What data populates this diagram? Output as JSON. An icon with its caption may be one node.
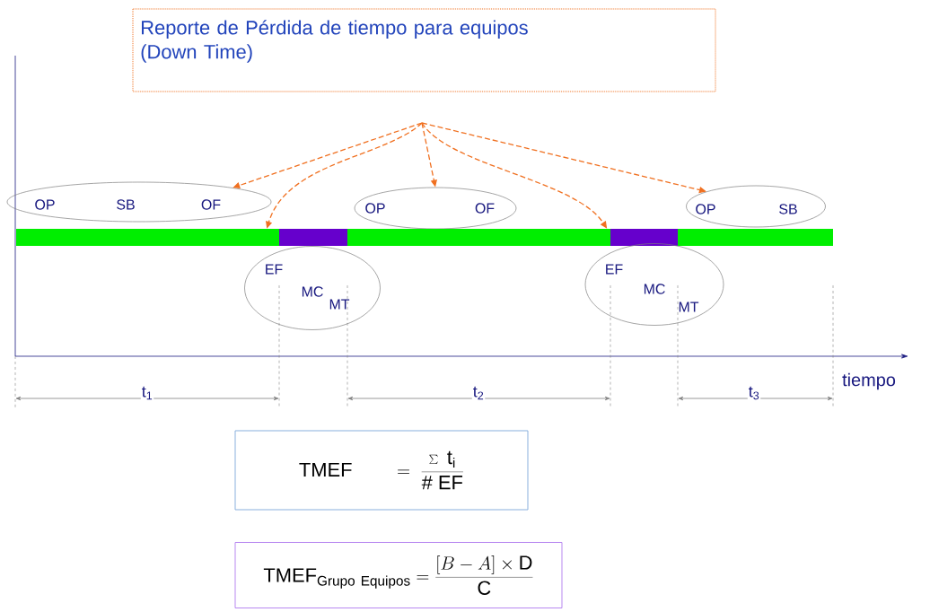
{
  "diagram": {
    "title": "Reporte de Pérdida de tiempo para equipos (Down Time)",
    "nodes": [
      {
        "text": [
          "OP",
          "SB",
          "OF"
        ]
      },
      {
        "text": [
          "OP",
          "OF"
        ]
      },
      {
        "text": [
          "OP",
          "SB"
        ]
      },
      {
        "text": [],
        "shape": "bar"
      },
      {
        "text": [],
        "shape": "bar"
      },
      {
        "text": [],
        "shape": "bar"
      },
      {
        "text": [],
        "shape": "bar"
      },
      {
        "text": [],
        "shape": "bar"
      },
      {
        "text": [
          "EF",
          "MC",
          "MT"
        ]
      },
      {
        "text": [
          "EF",
          "MC",
          "MT"
        ]
      },
      {
        "text": [
          "\\mathrm{TMEF}\\qquad=\\;\\frac{\\sum\\ \\mathrm{t}_{\\mathrm{i}}}{\\#\\ \\mathrm{EF}}"
        ]
      },
      {
        "text": [
          "\\mathrm{TMEF}_{\\mathrm{Grupo\\ Equipos}}=\\frac{[B-A]\\times\\mathrm{D}}{\\mathrm{C}}"
        ]
      }
    ],
    "edges": [
      {
        "from": null,
        "to": 0,
        "arrow": "to",
        "style": "dashed"
      },
      {
        "from": null,
        "to": 3,
        "arrow": "to",
        "style": "dashed"
      },
      {
        "from": null,
        "to": 1,
        "arrow": "to",
        "style": "dashed"
      },
      {
        "from": null,
        "to": 5,
        "arrow": "to",
        "style": "dashed"
      },
      {
        "from": null,
        "to": 2,
        "arrow": "to",
        "style": "dashed"
      }
    ],
    "labels": [
      "tiempo",
      "t$_{1}$",
      "t$_{2}$",
      "t$_{3}$"
    ]
  }
}
